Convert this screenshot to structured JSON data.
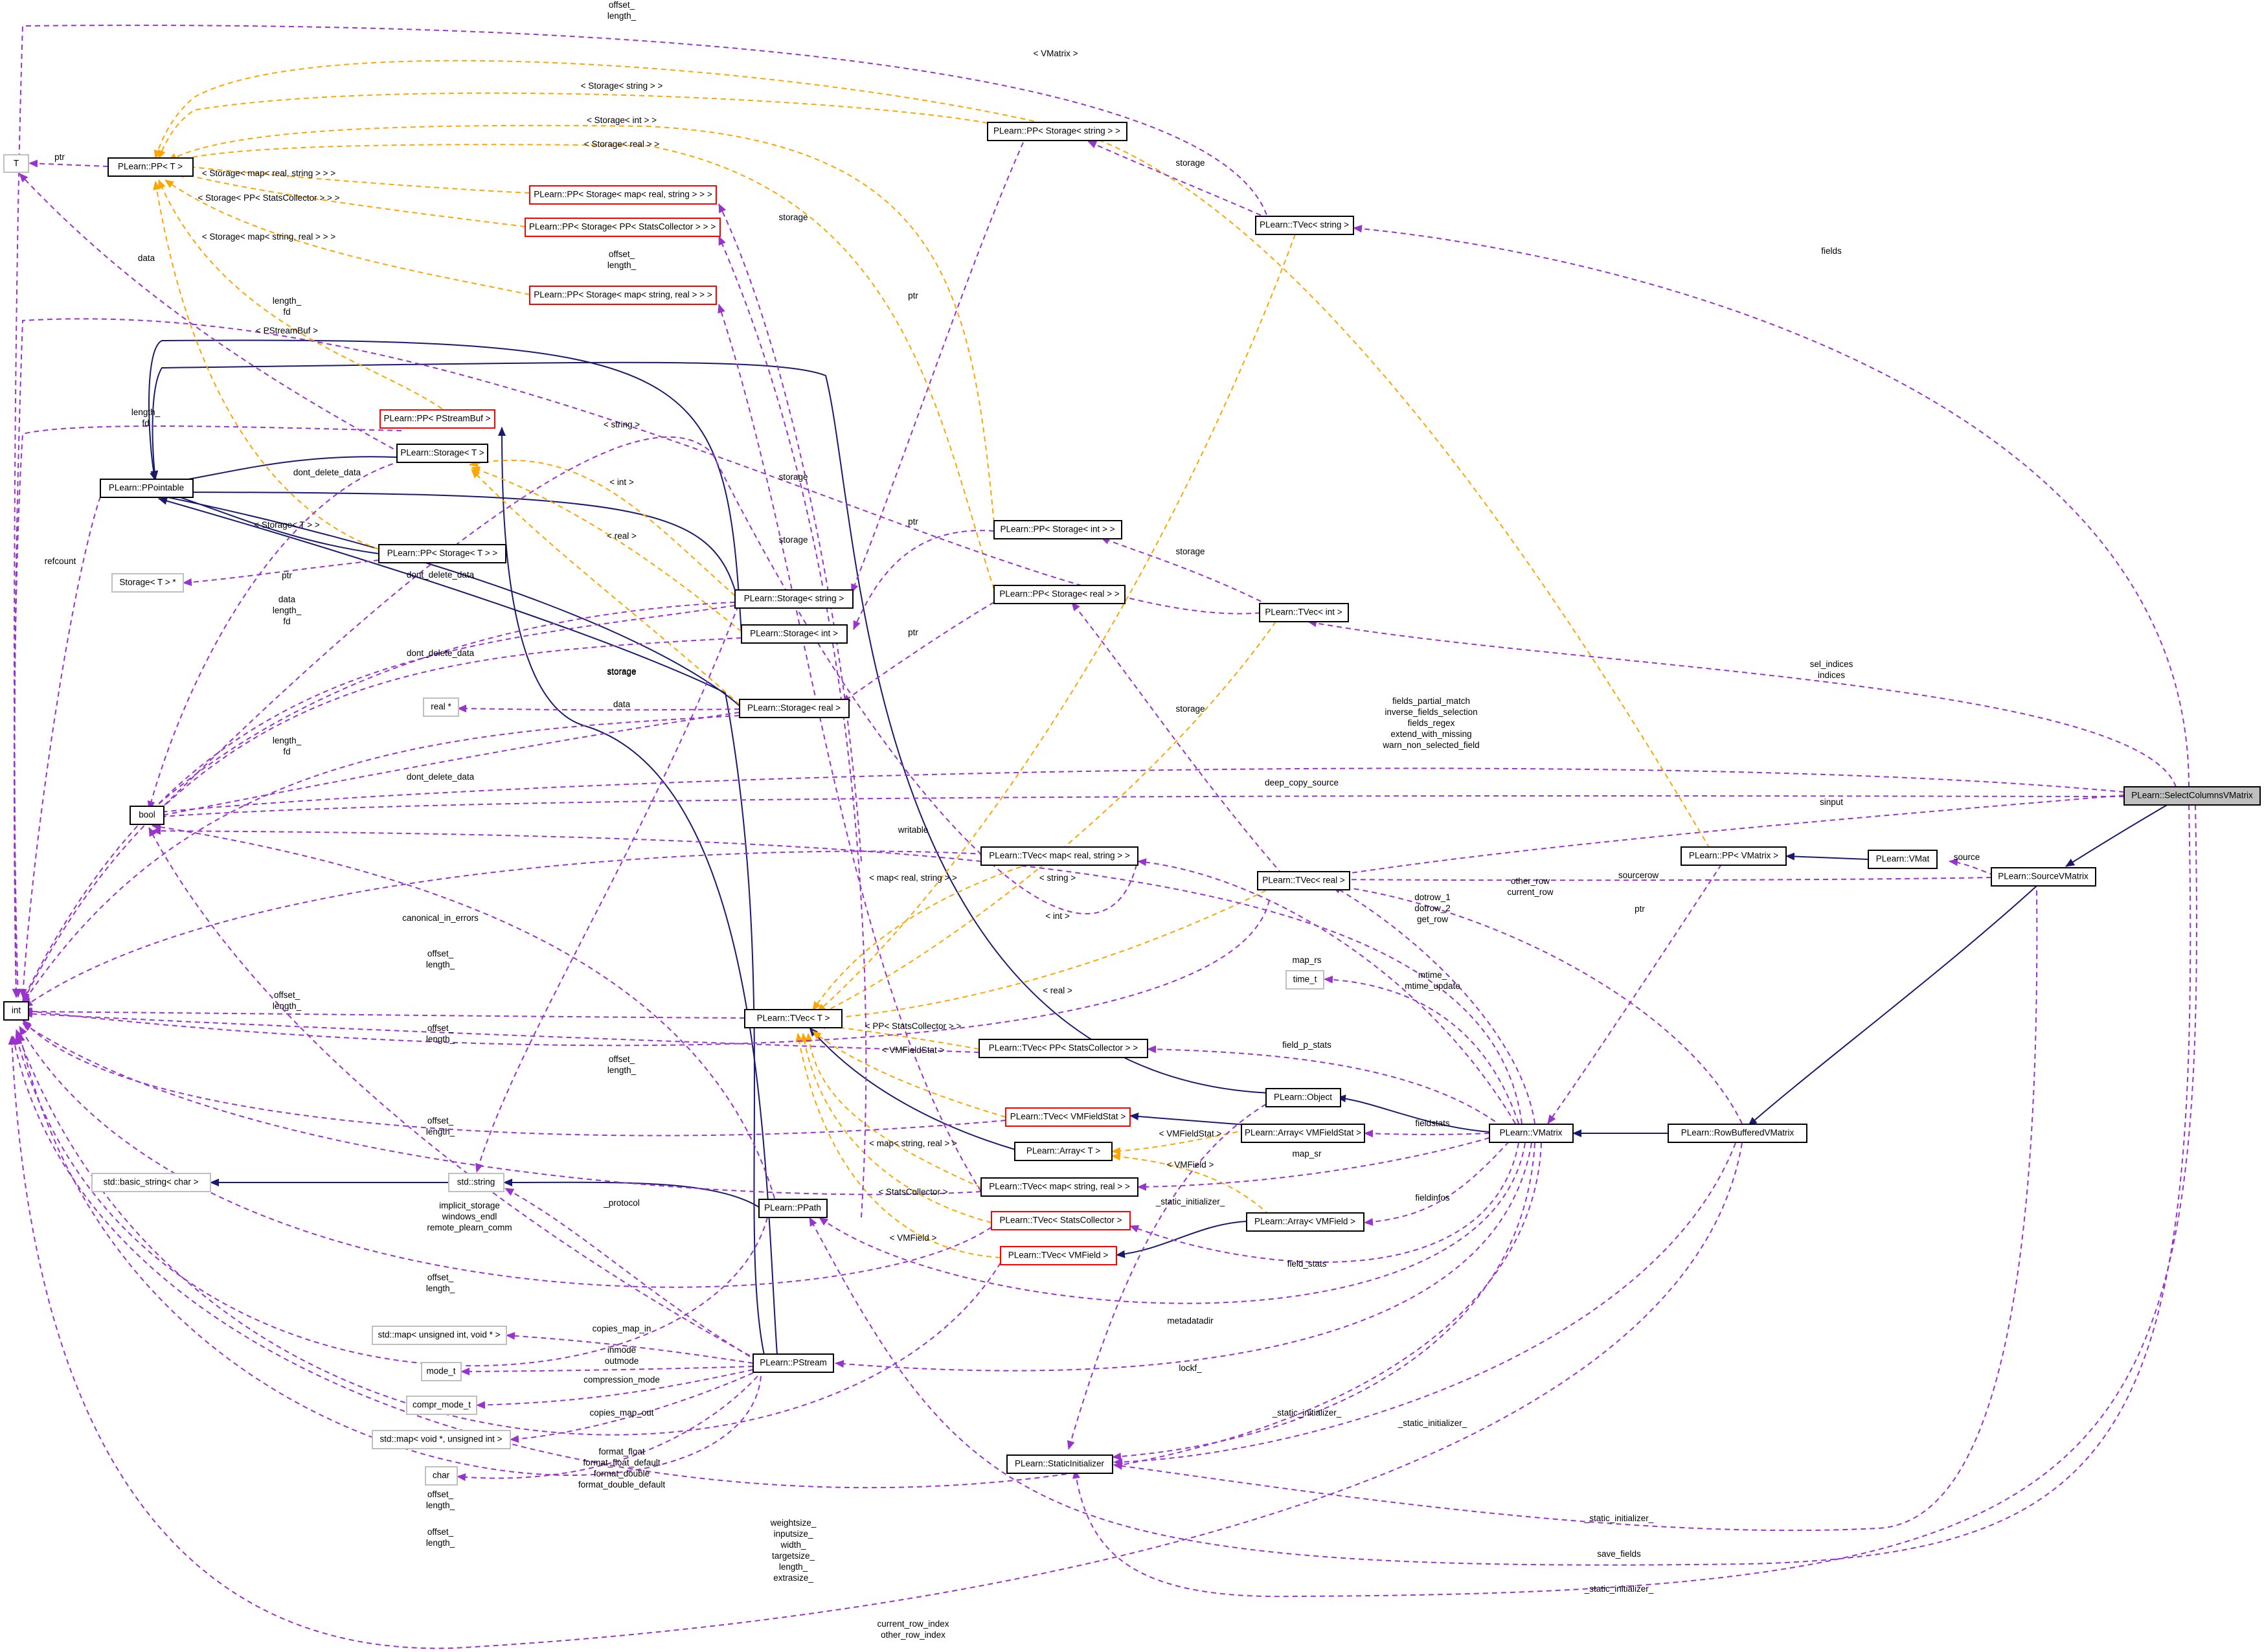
{
  "diagram": {
    "title": "PLearn::SelectColumnsVMatrix collaboration graph",
    "colors": {
      "inheritance": "#191970",
      "usage": "#9a32cd",
      "template": "#ffa500",
      "focus_fill": "#bfbfbf",
      "red_border": "#ff0000",
      "gray_border": "#bfbfbf"
    },
    "nodes": {
      "n_T": "T",
      "n_pp_t": "PLearn::PP< T >",
      "n_ppointable": "PLearn::PPointable",
      "n_storage_t": "PLearn::Storage< T >",
      "n_storage_t_ptr": "Storage< T > *",
      "n_bool": "bool",
      "n_int": "int",
      "n_real_ptr": "real *",
      "n_basic_string": "std::basic_string< char >",
      "n_string": "std::string",
      "n_map_uint_void": "std::map< unsigned int, void * >",
      "n_mode_t": "mode_t",
      "n_compr_mode_t": "compr_mode_t",
      "n_map_void_uint": "std::map< void *, unsigned int >",
      "n_char": "char",
      "n_pp_storage_map_real_string": "PLearn::PP< Storage< map< real, string > > >",
      "n_pp_storage_pp_stats": "PLearn::PP< Storage< PP< StatsCollector > > >",
      "n_pp_storage_map_string_real": "PLearn::PP< Storage< map< string, real > > >",
      "n_pp_pstreambuf": "PLearn::PP< PStreamBuf >",
      "n_pp_storage_t": "PLearn::PP< Storage< T > >",
      "n_storage_string": "PLearn::Storage< string >",
      "n_storage_int": "PLearn::Storage< int >",
      "n_storage_real": "PLearn::Storage< real >",
      "n_tvec_t": "PLearn::TVec< T >",
      "n_ppath": "PLearn::PPath",
      "n_pstream": "PLearn::PStream",
      "n_pp_storage_string": "PLearn::PP< Storage< string > >",
      "n_pp_storage_int": "PLearn::PP< Storage< int > >",
      "n_pp_storage_real": "PLearn::PP< Storage< real > >",
      "n_tvec_map_real_string": "PLearn::TVec< map< real, string > >",
      "n_tvec_pp_stats": "PLearn::TVec< PP< StatsCollector > >",
      "n_tvec_vmfieldstat": "PLearn::TVec< VMFieldStat >",
      "n_array_t": "PLearn::Array< T >",
      "n_tvec_map_string_real": "PLearn::TVec< map< string, real > >",
      "n_tvec_statscollector": "PLearn::TVec< StatsCollector >",
      "n_tvec_vmfield": "PLearn::TVec< VMField >",
      "n_static_init": "PLearn::StaticInitializer",
      "n_tvec_string": "PLearn::TVec< string >",
      "n_tvec_int": "PLearn::TVec< int >",
      "n_tvec_real": "PLearn::TVec< real >",
      "n_time_t": "time_t",
      "n_object": "PLearn::Object",
      "n_array_vmfieldstat": "PLearn::Array< VMFieldStat >",
      "n_array_vmfield": "PLearn::Array< VMField >",
      "n_pp_vmatrix": "PLearn::PP< VMatrix >",
      "n_vmat": "PLearn::VMat",
      "n_vmatrix": "PLearn::VMatrix",
      "n_sourcevmatrix": "PLearn::SourceVMatrix",
      "n_rowbufferedvmatrix": "PLearn::RowBufferedVMatrix",
      "n_selectcolumnsvmatrix": "PLearn::SelectColumnsVMatrix"
    },
    "edge_labels": {
      "l1": [
        "offset_",
        "length_"
      ],
      "l2": [
        "< VMatrix >"
      ],
      "l3": [
        "< Storage< string > >"
      ],
      "l4": [
        "< Storage< int > >"
      ],
      "l5": [
        "< Storage< real > >"
      ],
      "l6": [
        "< Storage< map< real, string > > >"
      ],
      "l7": [
        "< Storage< PP< StatsCollector > > >"
      ],
      "l8": [
        "< Storage< map< string, real > > >"
      ],
      "l9": [
        "< PStreamBuf >"
      ],
      "l10": [
        "< Storage< T > >"
      ],
      "l11": [
        "ptr"
      ],
      "l12": [
        "data"
      ],
      "l13": [
        "offset_",
        "length_"
      ],
      "l14": [
        "length_",
        "fd"
      ],
      "l15": [
        "length_",
        "fd"
      ],
      "l16": [
        "dont_delete_data"
      ],
      "l17": [
        "refcount"
      ],
      "l18": [
        "ptr"
      ],
      "l19": [
        "data",
        "length_",
        "fd"
      ],
      "l20": [
        "dont_delete_data"
      ],
      "l21": [
        "storage"
      ],
      "l22": [
        "data"
      ],
      "l23": [
        "length_",
        "fd"
      ],
      "l24": [
        "dont_delete_data"
      ],
      "l25": [
        "< string >"
      ],
      "l26": [
        "< int >"
      ],
      "l27": [
        "< real >"
      ],
      "l28": [
        "storage"
      ],
      "l29": [
        "storage"
      ],
      "l30": [
        "storage"
      ],
      "l31": [
        "storage"
      ],
      "l32": [
        "ptr"
      ],
      "l33": [
        "ptr"
      ],
      "l34": [
        "ptr"
      ],
      "l35": [
        "storage"
      ],
      "l36": [
        "storage"
      ],
      "l37": [
        "storage"
      ],
      "l38": [
        "storage"
      ],
      "l39": [
        "fields"
      ],
      "l40": [
        "sel_indices",
        "indices"
      ],
      "l41": [
        "fields_partial_match",
        "inverse_fields_selection",
        "fields_regex",
        "extend_with_missing",
        "warn_non_selected_field"
      ],
      "l42": [
        "deep_copy_source"
      ],
      "l43": [
        "sinput"
      ],
      "l44": [
        "writable"
      ],
      "l45": [
        "canonical_in_errors"
      ],
      "l46": [
        "offset_",
        "length_"
      ],
      "l47": [
        "offset_",
        "length_"
      ],
      "l48": [
        "offset_",
        "length_"
      ],
      "l49": [
        "offset_",
        "length_"
      ],
      "l50": [
        "offset_",
        "length_"
      ],
      "l51": [
        "< map< real, string > >"
      ],
      "l52": [
        "< string >"
      ],
      "l53": [
        "< int >"
      ],
      "l54": [
        "< real >"
      ],
      "l55": [
        "< PP< StatsCollector > >"
      ],
      "l56": [
        "< VMFieldStat >"
      ],
      "l57": [
        "< map< string, real > >"
      ],
      "l58": [
        "< StatsCollector >"
      ],
      "l59": [
        "< VMField >"
      ],
      "l60": [
        "< VMFieldStat >"
      ],
      "l61": [
        "< VMField >"
      ],
      "l62": [
        "implicit_storage",
        "windows_endl",
        "remote_plearn_comm"
      ],
      "l63": [
        "_protocol"
      ],
      "l64": [
        "offset_",
        "length_"
      ],
      "l65": [
        "copies_map_in"
      ],
      "l66": [
        "inmode",
        "outmode"
      ],
      "l67": [
        "compression_mode"
      ],
      "l68": [
        "copies_map_out"
      ],
      "l69": [
        "format_float",
        "format_float_default",
        "format_double",
        "format_double_default"
      ],
      "l70": [
        "offset_",
        "length_"
      ],
      "l71": [
        "offset_",
        "length_"
      ],
      "l72": [
        "weightsize_",
        "inputsize_",
        "width_",
        "targetsize_",
        "length_",
        "extrasize_"
      ],
      "l73": [
        "current_row_index",
        "other_row_index"
      ],
      "l74": [
        "source"
      ],
      "l75": [
        "sourcerow"
      ],
      "l76": [
        "ptr"
      ],
      "l77": [
        "other_row",
        "current_row"
      ],
      "l78": [
        "dotrow_1",
        "dotrow_2",
        "get_row"
      ],
      "l79": [
        "map_rs"
      ],
      "l80": [
        "mtime_",
        "mtime_update"
      ],
      "l81": [
        "field_p_stats"
      ],
      "l82": [
        "fieldstats"
      ],
      "l83": [
        "map_sr"
      ],
      "l84": [
        "fieldinfos"
      ],
      "l85": [
        "field_stats"
      ],
      "l86": [
        "_static_initializer_"
      ],
      "l87": [
        "metadatadir"
      ],
      "l88": [
        "lockf_"
      ],
      "l89": [
        "_static_initializer_"
      ],
      "l90": [
        "_static_initializer_"
      ],
      "l91": [
        "_static_initializer_"
      ],
      "l92": [
        "save_fields"
      ],
      "l93": [
        "_static_initializer_"
      ]
    }
  }
}
